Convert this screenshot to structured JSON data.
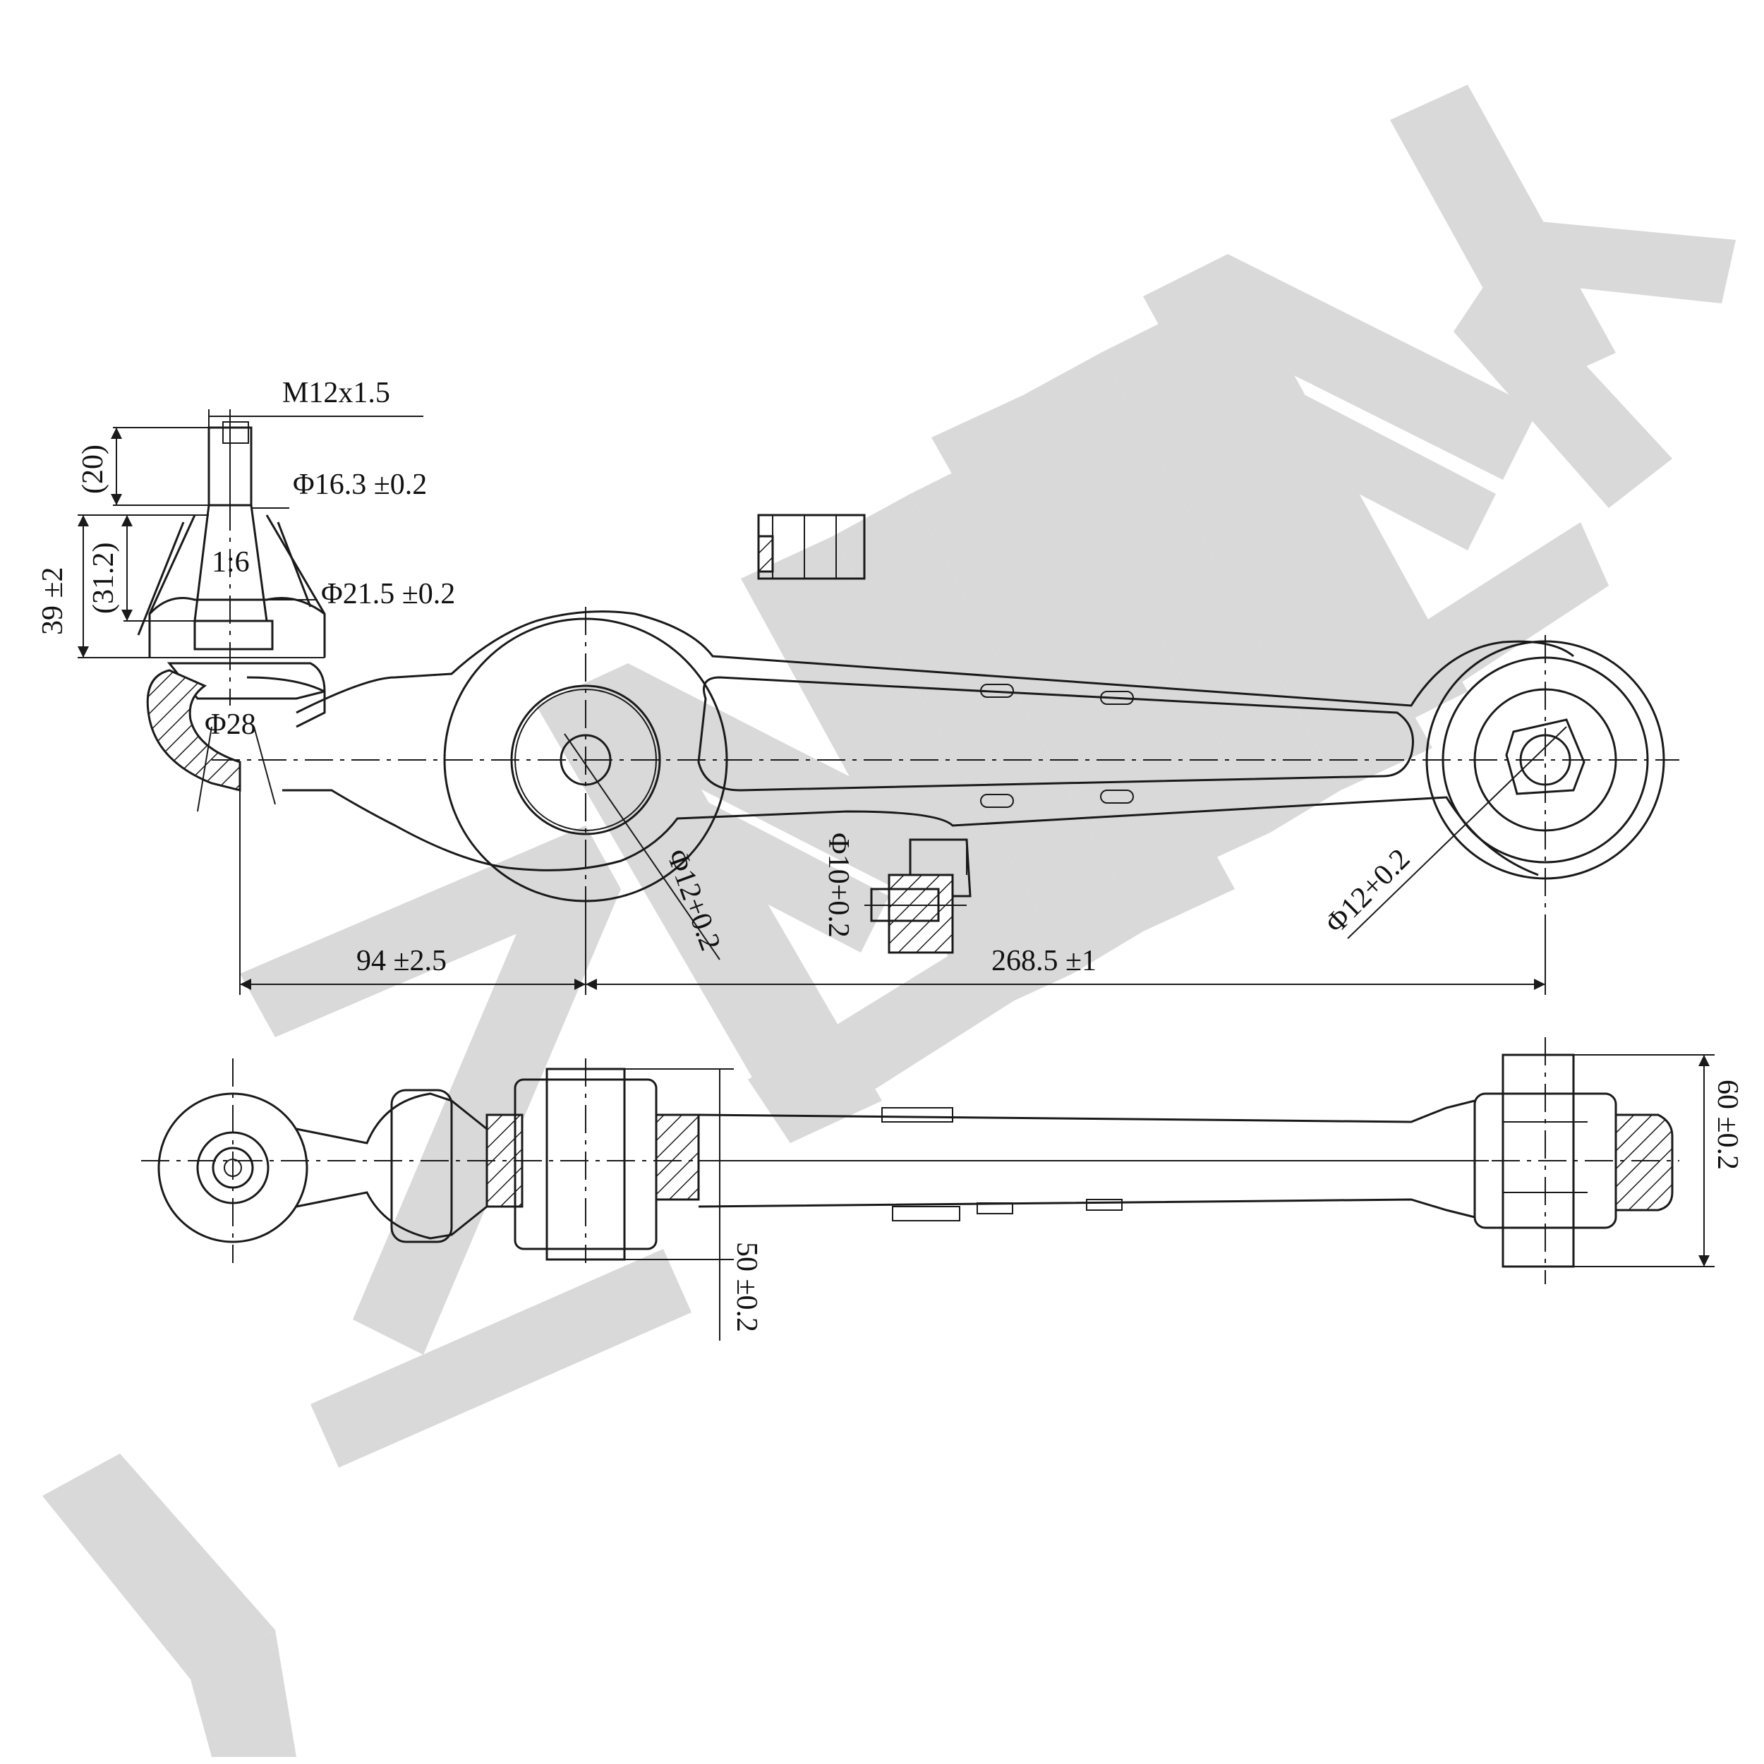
{
  "watermark": {
    "text": "ZENNEK"
  },
  "dimensions": {
    "thread": "M12x1.5",
    "thread_length": "(20)",
    "taper_dia": "Φ16.3 ±0.2",
    "taper_ratio": "1:6",
    "taper_length": "(31.2)",
    "stud_height": "39 ±2",
    "taper_base_dia": "Φ21.5 ±0.2",
    "ball_dia": "Φ28",
    "front_bush_bore": "Φ12+0.2",
    "lug_hole": "Φ10+0.2",
    "rear_bush_bore": "Φ12+0.2",
    "ball_to_front_bush": "94 ±2.5",
    "front_to_rear_bush": "268.5 ±1",
    "front_bush_width": "50 ±0.2",
    "rear_bush_width": "60 ±0.2"
  }
}
